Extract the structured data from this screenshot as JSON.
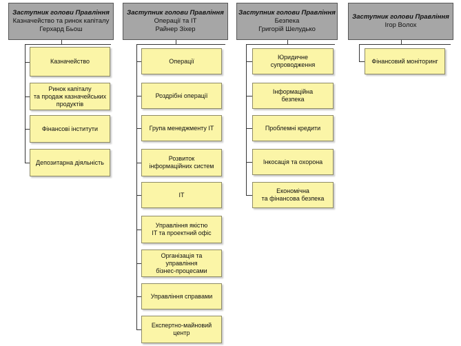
{
  "columns": [
    {
      "title": "Заступник голови Правління",
      "line1": "Казначейство та ринок капіталу",
      "line2": "Герхард Бьош",
      "items": [
        "Казначейство",
        "Ринок капіталу\nта продаж казначейських\nпродуктів",
        "Фінансові інститути",
        "Депозитарна діяльність"
      ]
    },
    {
      "title": "Заступник голови Правління",
      "line1": "Операції та  IT",
      "line2": "Райнер Зіхер",
      "items": [
        "Операції",
        "Роздрібні операції",
        "Група менеджменту IT",
        "Розвиток\nінформаційних систем",
        "IT",
        "Управління якістю\nIT  та проектний офіс",
        "Організація та управління\nбізнес-процесами",
        "Управління справами",
        "Експертно-майновий\nцентр"
      ]
    },
    {
      "title": "Заступник голови Правління",
      "line1": "Безпека",
      "line2": "Григорій Шелудько",
      "items": [
        "Юридичне супроводження",
        "Інформаційна\nбезпека",
        "Проблемні кредити",
        "Інкосація та охорона",
        "Економічна\nта фінансова безпека"
      ]
    },
    {
      "title": "Заступник голови  Правління",
      "line1": "Ігор Волох",
      "line2": "",
      "items": [
        "Фінансовий моніторинг"
      ]
    }
  ]
}
